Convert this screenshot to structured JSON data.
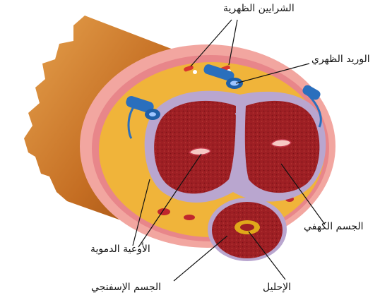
{
  "labels": {
    "dorsal_arteries": "الشرايين الظهرية",
    "dorsal_vein": "الوريد الظهري",
    "corpus_cavernosum": "الجسم الكهفي",
    "blood_vessels": "الأوعية الدموية",
    "corpus_spongiosum": "الجسم الإسفنجي",
    "urethra": "الإحليل"
  },
  "colors": {
    "skin_outer": "#b8621a",
    "skin_light": "#e8a04a",
    "dermis_pink": "#f2a6a0",
    "fascia_yellow": "#f0b43a",
    "tunica_lavender": "#b9a6cf",
    "erectile_tissue": "#9e1f24",
    "vessel_blue": "#1f5fa8",
    "urethra_gold": "#e0a81a"
  }
}
